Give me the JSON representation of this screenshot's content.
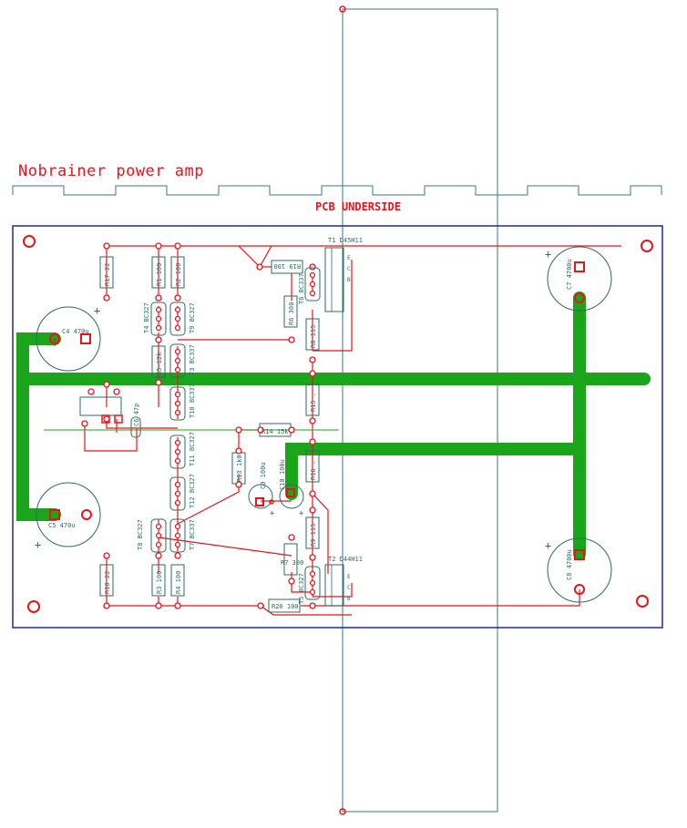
{
  "title": "Nobrainer power amp",
  "subtitle": "PCB UNDERSIDE",
  "colors": {
    "trace_red": "#e8141b",
    "ground_green": "#1aa51a",
    "board_outline": "#1c2aa0",
    "silkscreen": "#2e6b62",
    "heatsink": "#3c7a80"
  },
  "components": {
    "T1": "T1 D45H11",
    "T2": "T2 D44H11",
    "T3": "T3 BC337",
    "T4": "T4 BC327",
    "T5": "T5 BC327",
    "T6": "T6 BC337",
    "T7": "T7 BC337",
    "T8": "T8 BC327",
    "T9": "T9 BC327",
    "T10": "T10 BC337",
    "T11": "T11 BC327",
    "T12": "T12 BC327",
    "R1": "R1 100",
    "R2": "R2 100",
    "R3": "R3 100",
    "R4": "R4 100",
    "R5": "R5 12k",
    "R6": "R6 300",
    "R7": "R7 300",
    "R8": "R8 115",
    "R9": "R9 115",
    "R13": "R13 1k0",
    "R14": "R14 15k",
    "R15": "R15 .",
    "R16": "R16 .",
    "R17": "R17 22",
    "R18": "R18 22",
    "R19": "R19 100",
    "R20": "R20 100",
    "C4": "C4 470u",
    "C5": "C5 470u",
    "C6": "C6 47p",
    "C7": "C7 4700u",
    "C8": "C8 4700u",
    "C9": "C9 100u",
    "C10": "C10 100u",
    "pin_E": "E",
    "pin_C": "C",
    "pin_B": "B"
  }
}
